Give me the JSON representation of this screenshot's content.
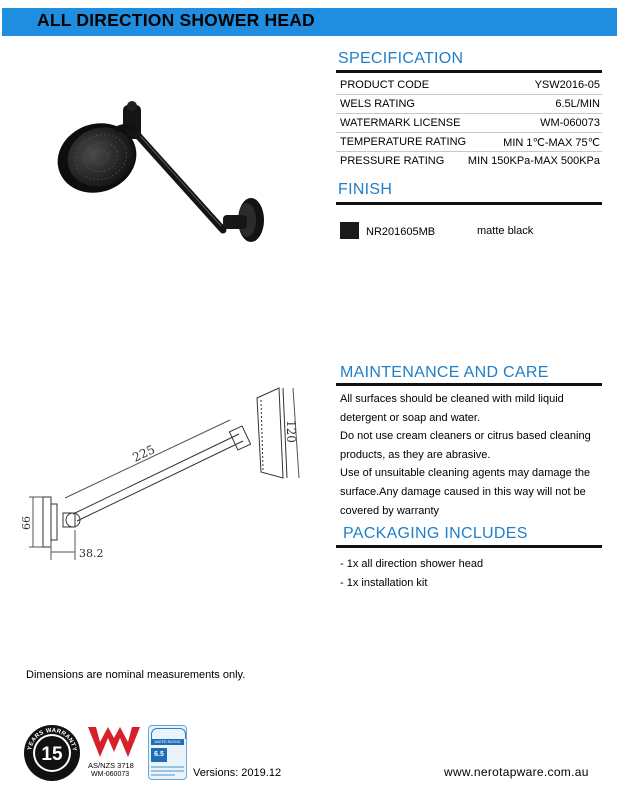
{
  "header": {
    "title": "ALL DIRECTION SHOWER HEAD"
  },
  "specification": {
    "title": "SPECIFICATION",
    "rows": [
      {
        "label": "PRODUCT CODE",
        "value": "YSW2016-05"
      },
      {
        "label": "WELS RATING",
        "value": "6.5L/MIN"
      },
      {
        "label": "WATERMARK LICENSE",
        "value": "WM-060073"
      },
      {
        "label": "TEMPERATURE RATING",
        "value": "MIN 1℃-MAX 75℃"
      },
      {
        "label": "PRESSURE RATING",
        "value": "MIN 150KPa-MAX 500KPa"
      }
    ]
  },
  "finish": {
    "title": "FINISH",
    "code": "NR201605MB",
    "name": "matte black",
    "swatch_color": "#1a1a1a"
  },
  "maintenance": {
    "title": "MAINTENANCE AND CARE",
    "lines": [
      "All surfaces should be cleaned with mild liquid",
      "detergent or soap and water.",
      "Do not use cream cleaners or citrus based cleaning",
      "products, as they are abrasive.",
      "Use of unsuitable cleaning agents may damage the",
      "surface.Any damage caused in this way will not be",
      "covered by warranty"
    ]
  },
  "packaging": {
    "title": "PACKAGING INCLUDES",
    "items": [
      "-  1x all direction shower head",
      "-  1x installation kit"
    ]
  },
  "drawing": {
    "dim_arm": "225",
    "dim_head": "120",
    "dim_flange": "66",
    "dim_offset": "38.2"
  },
  "footer": {
    "note": "Dimensions are nominal measurements only.",
    "warranty_badge": {
      "number": "15",
      "text": "YEARS WARRANTY"
    },
    "watermark": {
      "line1": "AS/NZS 3718",
      "line2": "WM-060073"
    },
    "wels_label": {
      "title": "WATER RATING",
      "value": "6.5"
    },
    "versions": "Versions: 2019.12",
    "website": "www.nerotapware.com.au"
  },
  "colors": {
    "accent": "#1f8ee0",
    "section_title": "#1f7fc9",
    "text": "#000000"
  }
}
